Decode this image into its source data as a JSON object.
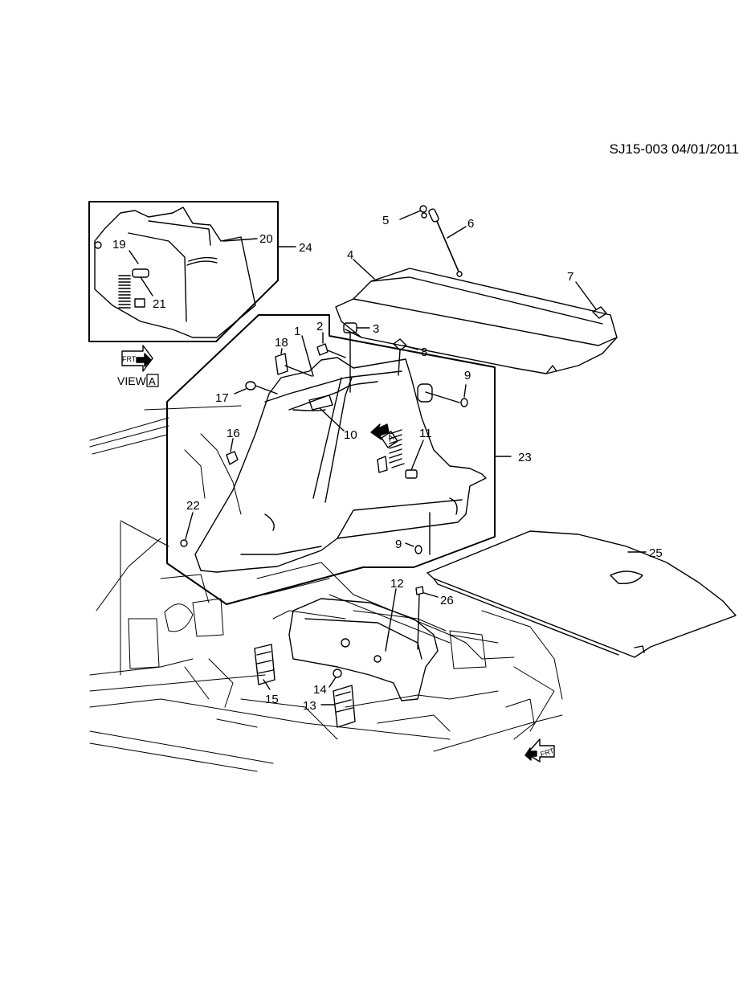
{
  "doc_code": "SJ15-003 04/01/2011",
  "view_label": "VIEW",
  "view_letter": "A",
  "front_arrow_text": "FRT",
  "callouts": [
    "1",
    "2",
    "3",
    "4",
    "5",
    "6",
    "7",
    "8",
    "9",
    "9",
    "10",
    "11",
    "12",
    "13",
    "14",
    "15",
    "16",
    "17",
    "18",
    "19",
    "20",
    "21",
    "22",
    "23",
    "24",
    "25",
    "26"
  ]
}
